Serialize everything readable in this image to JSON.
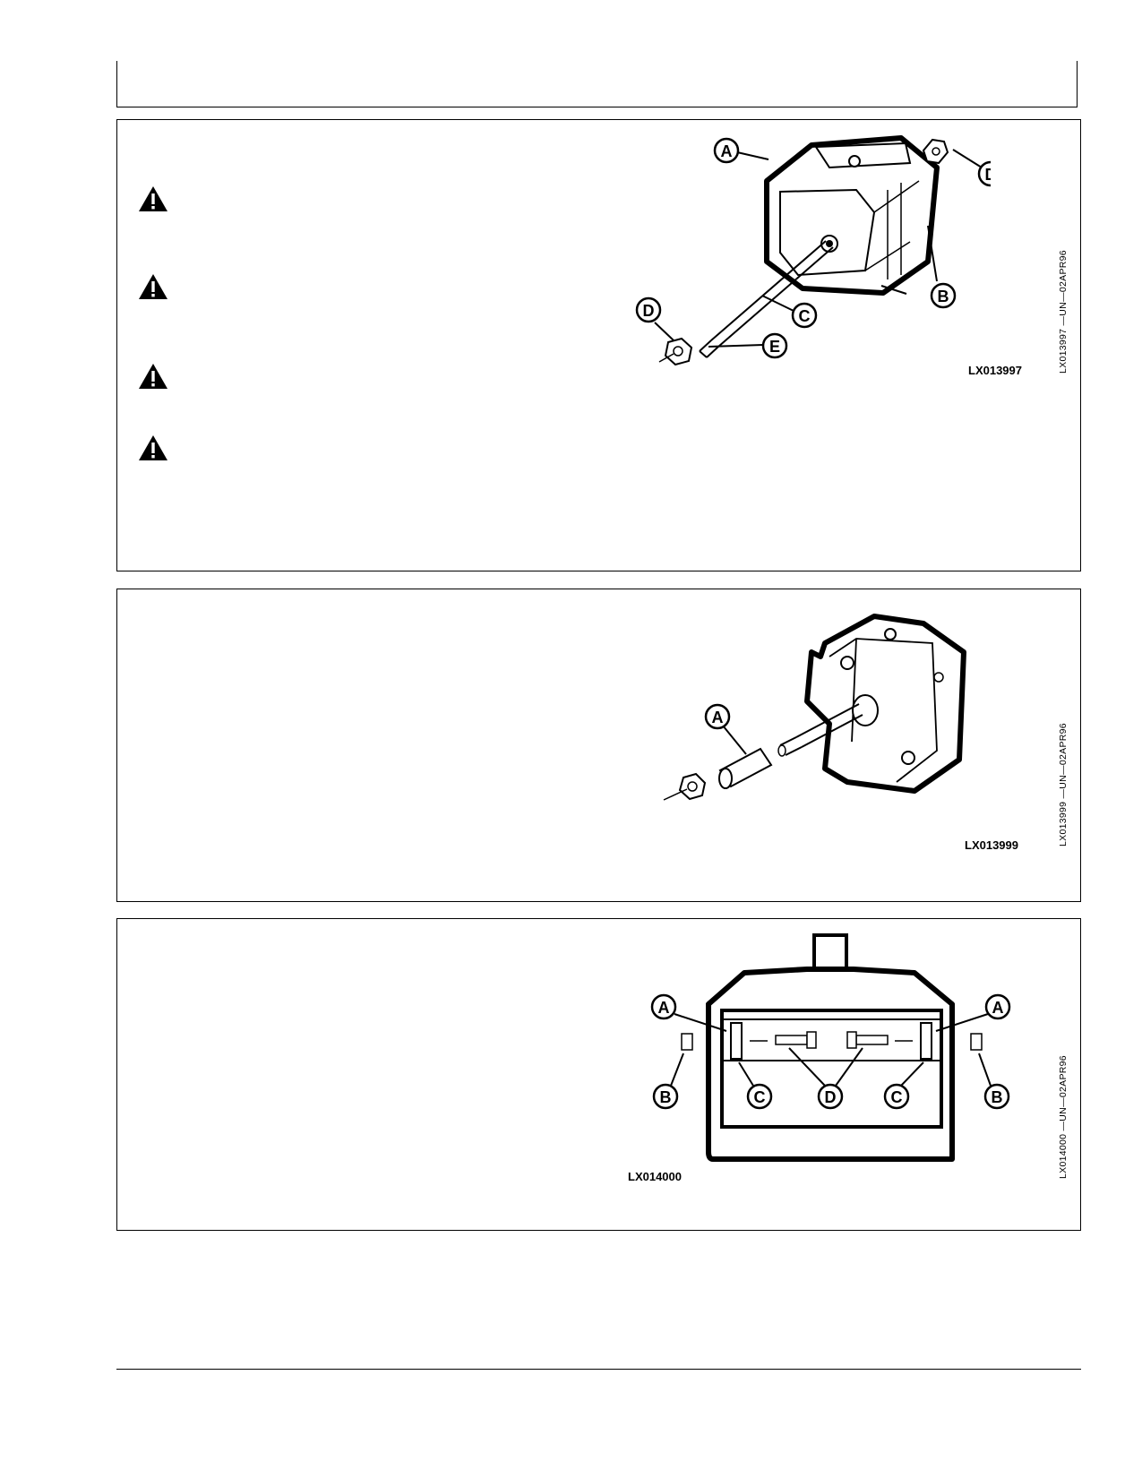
{
  "panel1": {
    "figure_id": "LX013997",
    "side_label": "LX013997 —UN—02APR96",
    "callouts": [
      "A",
      "B",
      "C",
      "D",
      "D",
      "E"
    ],
    "warnings": 4
  },
  "panel2": {
    "figure_id": "LX013999",
    "side_label": "LX013999 —UN—02APR96",
    "callouts": [
      "A"
    ]
  },
  "panel3": {
    "figure_id": "LX014000",
    "side_label": "LX014000 —UN—02APR96",
    "callouts": [
      "A",
      "A",
      "B",
      "B",
      "C",
      "C",
      "D"
    ]
  }
}
